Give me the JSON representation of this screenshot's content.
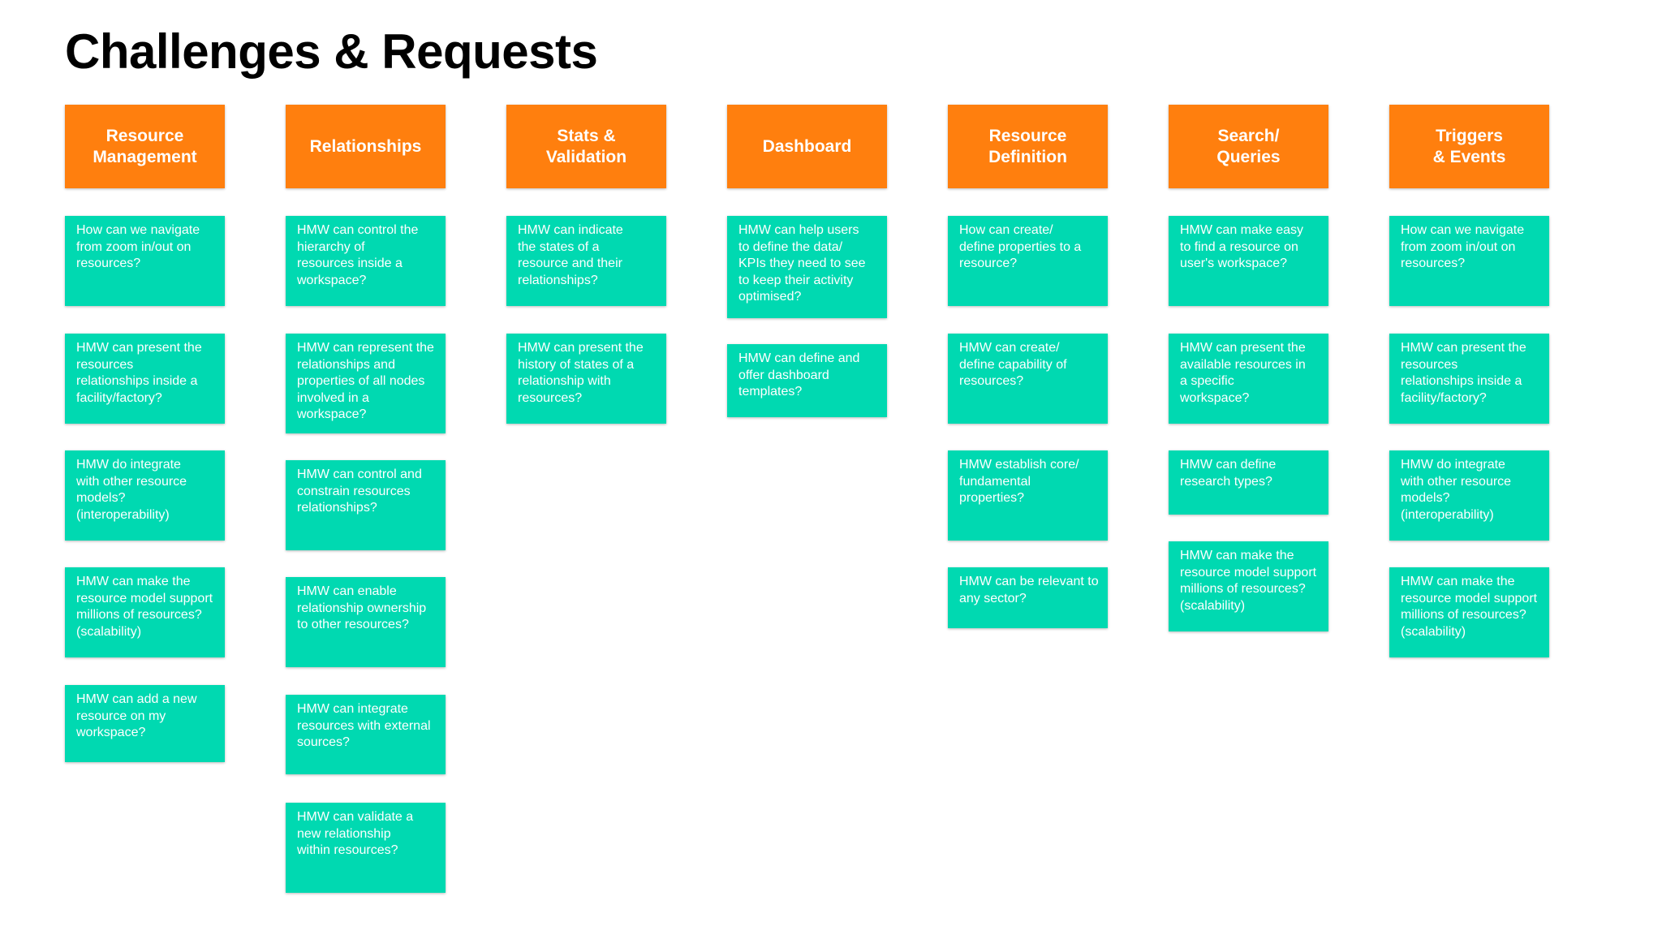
{
  "title": "Challenges & Requests",
  "columns": [
    {
      "header": "Resource\nManagement",
      "cards": [
        "How can we navigate\nfrom zoom in/out on\nresources?",
        "HMW can present the\nresources\nrelationships inside a\nfacility/factory?",
        "HMW do integrate\nwith other resource\nmodels?\n(interoperability)",
        "HMW can make the\nresource model support\nmillions of resources?\n(scalability)",
        "HMW can add a new\nresource on my\nworkspace?"
      ]
    },
    {
      "header": "Relationships",
      "cards": [
        "HMW can control the\nhierarchy of\nresources inside a\nworkspace?",
        "HMW can represent the\nrelationships and\nproperties of all nodes\ninvolved in a\nworkspace?",
        "HMW can control and\nconstrain resources\nrelationships?",
        "HMW can enable\nrelationship ownership\nto other resources?",
        "HMW can integrate\nresources with external\nsources?",
        "HMW  can validate a\nnew relationship\nwithin resources?"
      ]
    },
    {
      "header": "Stats &\nValidation",
      "cards": [
        "HMW can indicate\nthe states of a\nresource and their\nrelationships?",
        "HMW can present the\nhistory of states of a\nrelationship with\nresources?"
      ]
    },
    {
      "header": "Dashboard",
      "cards": [
        "HMW can help users\nto define the data/\nKPIs they need to see\nto keep their activity\noptimised?",
        "HMW can define and\noffer dashboard\ntemplates?"
      ]
    },
    {
      "header": "Resource\nDefinition",
      "cards": [
        "How can create/\ndefine properties to a\nresource?",
        "HMW can create/\ndefine capability of\nresources?",
        "HMW establish core/\nfundamental\nproperties?",
        "HMW can be relevant to\nany sector?"
      ]
    },
    {
      "header": "Search/\nQueries",
      "cards": [
        "HMW can make easy\nto find a resource on\nuser's workspace?",
        "HMW can present the\navailable resources in\na specific\nworkspace?",
        "HMW can define\nresearch types?",
        "HMW can make the\nresource model support\nmillions of resources?\n(scalability)"
      ]
    },
    {
      "header": "Triggers\n& Events",
      "cards": [
        "How can we navigate\nfrom zoom in/out on\nresources?",
        "HMW can present the\nresources\nrelationships inside a\nfacility/factory?",
        "HMW do integrate\nwith other resource\nmodels?\n(interoperability)",
        "HMW can make the\nresource model support\nmillions of resources?\n(scalability)"
      ]
    }
  ],
  "colors": {
    "header": "#ff7f0e",
    "card": "#00d9b1",
    "text_on_color": "#ffffff"
  }
}
